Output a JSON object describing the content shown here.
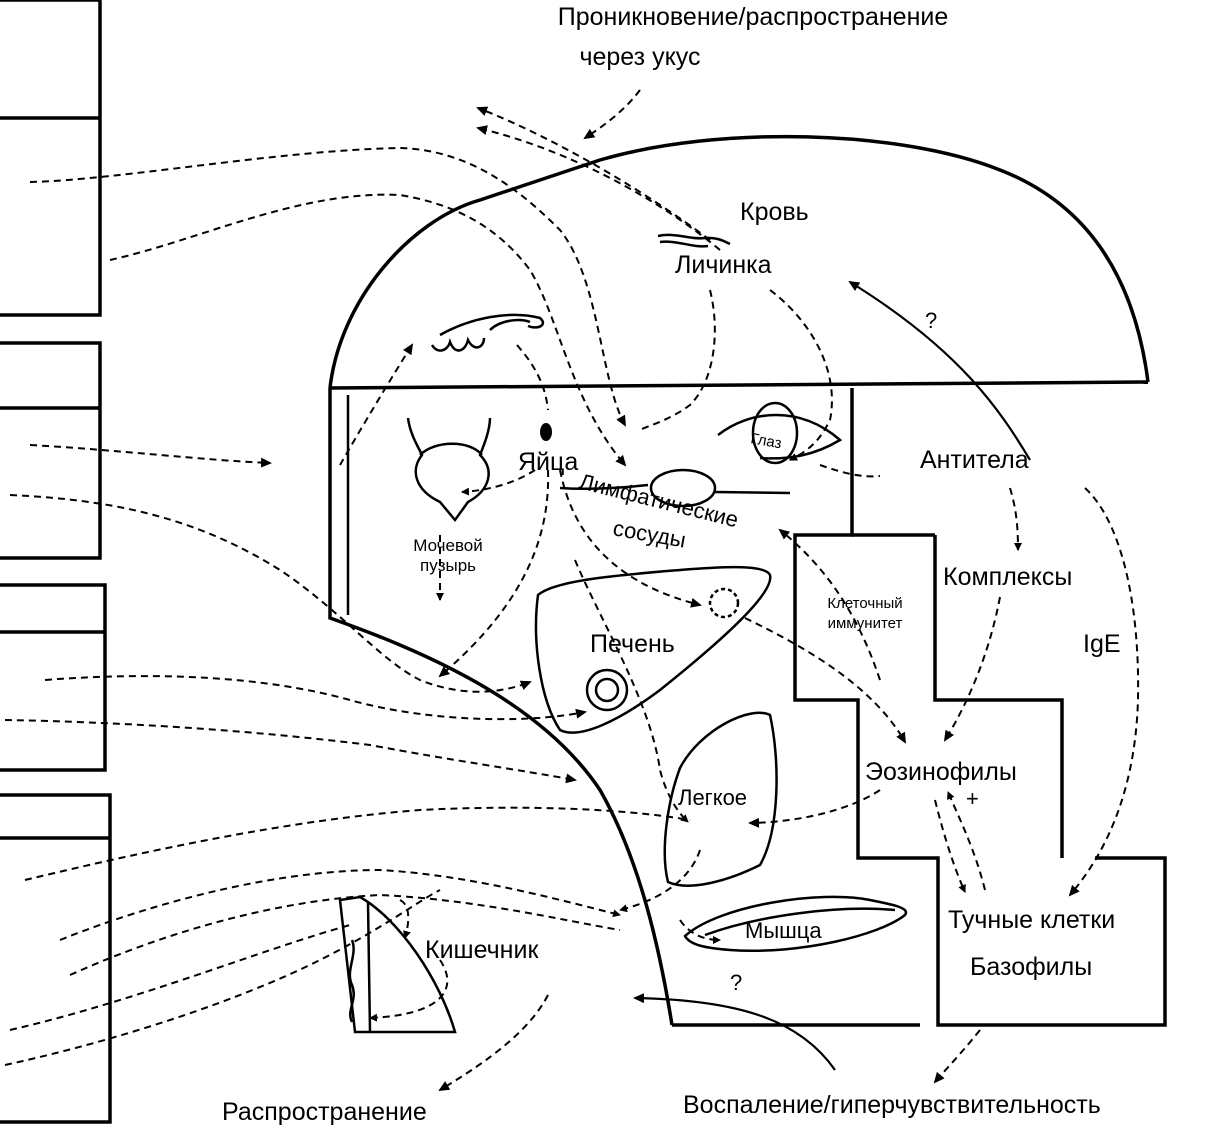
{
  "labels": {
    "penetration_line1": "Проникновение/распространение",
    "penetration_line2": "через укус",
    "blood": "Кровь",
    "larva": "Личинка",
    "eggs": "Яйца",
    "eye": "Глаз",
    "lymph_line1": "Лимфатические",
    "lymph_line2": "сосуды",
    "bladder_line1": "Мочевой",
    "bladder_line2": "пузырь",
    "antibodies": "Антитела",
    "complexes": "Комплексы",
    "cellular_line1": "Клеточный",
    "cellular_line2": "иммунитет",
    "ige": "IgE",
    "liver": "Печень",
    "lung": "Легкое",
    "eosinophils": "Эозинофилы",
    "plus": "+",
    "mast_cells": "Тучные клетки",
    "basophils": "Базофилы",
    "muscle": "Мышца",
    "intestine": "Кишечник",
    "spread": "Распространение",
    "inflammation": "Воспаление/гиперчувствительность",
    "question": "?"
  }
}
